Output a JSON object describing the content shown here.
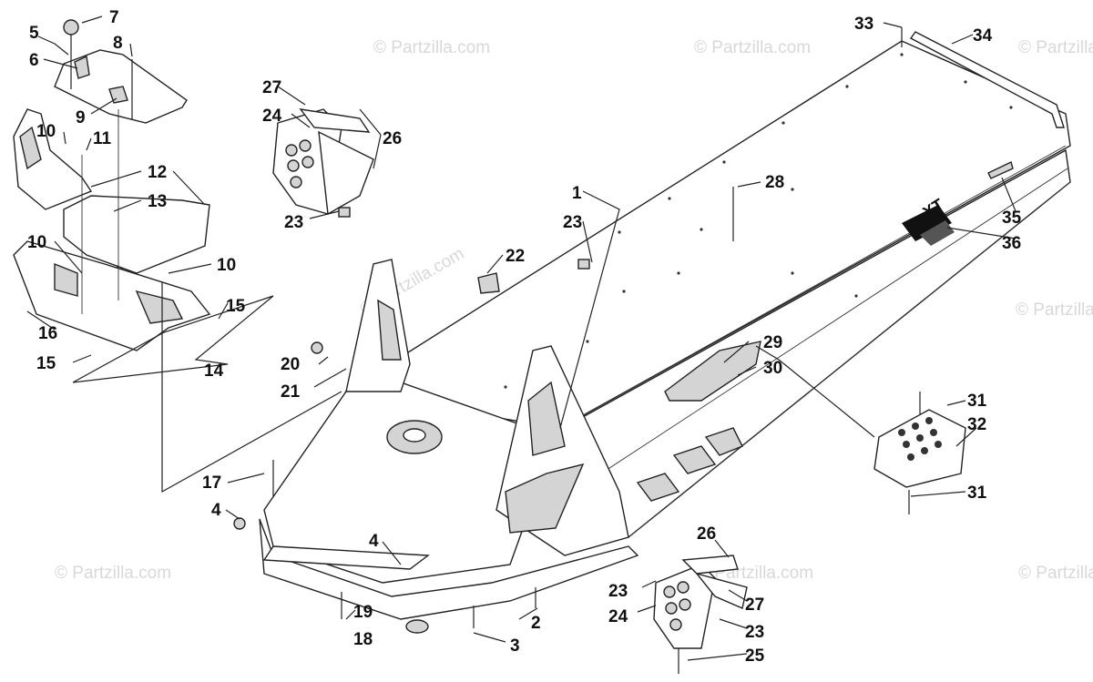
{
  "diagram": {
    "watermark_text": "© Partzilla.com",
    "labels": [
      {
        "id": "l1",
        "text": "1"
      },
      {
        "id": "l2",
        "text": "2"
      },
      {
        "id": "l3",
        "text": "3"
      },
      {
        "id": "l4a",
        "text": "4"
      },
      {
        "id": "l4b",
        "text": "4"
      },
      {
        "id": "l5",
        "text": "5"
      },
      {
        "id": "l6",
        "text": "6"
      },
      {
        "id": "l7",
        "text": "7"
      },
      {
        "id": "l8",
        "text": "8"
      },
      {
        "id": "l9",
        "text": "9"
      },
      {
        "id": "l10a",
        "text": "10"
      },
      {
        "id": "l10b",
        "text": "10"
      },
      {
        "id": "l10c",
        "text": "10"
      },
      {
        "id": "l11",
        "text": "11"
      },
      {
        "id": "l12",
        "text": "12"
      },
      {
        "id": "l13",
        "text": "13"
      },
      {
        "id": "l14",
        "text": "14"
      },
      {
        "id": "l15a",
        "text": "15"
      },
      {
        "id": "l15b",
        "text": "15"
      },
      {
        "id": "l16",
        "text": "16"
      },
      {
        "id": "l17",
        "text": "17"
      },
      {
        "id": "l18",
        "text": "18"
      },
      {
        "id": "l19",
        "text": "19"
      },
      {
        "id": "l20",
        "text": "20"
      },
      {
        "id": "l21",
        "text": "21"
      },
      {
        "id": "l22",
        "text": "22"
      },
      {
        "id": "l23a",
        "text": "23"
      },
      {
        "id": "l23b",
        "text": "23"
      },
      {
        "id": "l23c",
        "text": "23"
      },
      {
        "id": "l23d",
        "text": "23"
      },
      {
        "id": "l24a",
        "text": "24"
      },
      {
        "id": "l24b",
        "text": "24"
      },
      {
        "id": "l25",
        "text": "25"
      },
      {
        "id": "l26a",
        "text": "26"
      },
      {
        "id": "l26b",
        "text": "26"
      },
      {
        "id": "l27a",
        "text": "27"
      },
      {
        "id": "l27b",
        "text": "27"
      },
      {
        "id": "l28",
        "text": "28"
      },
      {
        "id": "l29",
        "text": "29"
      },
      {
        "id": "l30",
        "text": "30"
      },
      {
        "id": "l31a",
        "text": "31"
      },
      {
        "id": "l31b",
        "text": "31"
      },
      {
        "id": "l32",
        "text": "32"
      },
      {
        "id": "l33",
        "text": "33"
      },
      {
        "id": "l34",
        "text": "34"
      },
      {
        "id": "l35",
        "text": "35"
      },
      {
        "id": "l36",
        "text": "36"
      }
    ],
    "decal_text": "XT"
  }
}
